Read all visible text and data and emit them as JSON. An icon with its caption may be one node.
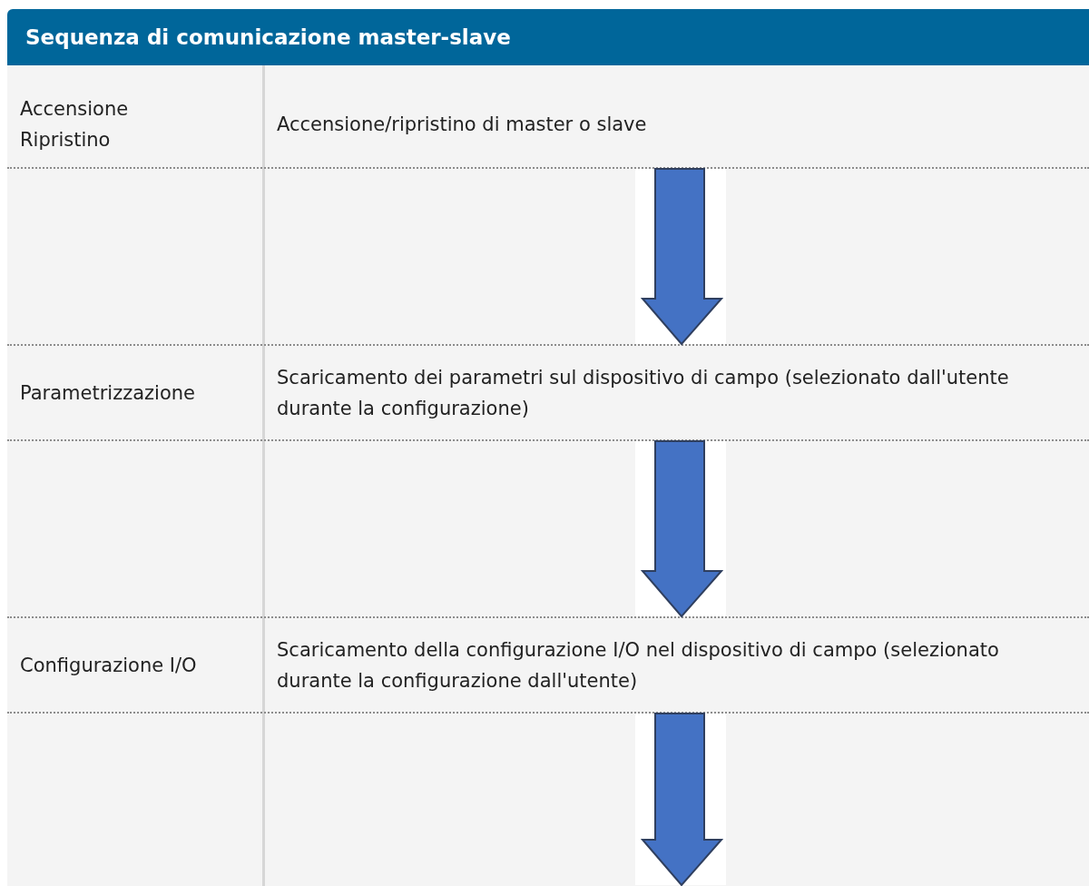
{
  "diagram": {
    "title": "Sequenza di comunicazione master-slave",
    "nodes": [
      {
        "text": [
          "Accensione Ripristino",
          "Accensione/ripristino di master o slave"
        ]
      },
      {
        "text": [
          "Parametrizzazione",
          "Scaricamento dei parametri sul dispositivo di campo (selezionato dall'utente durante la configurazione)"
        ]
      },
      {
        "text": [
          "Configurazione I/O",
          "Scaricamento della configurazione I/O nel dispositivo di campo (selezionato durante la configurazione dall'utente)"
        ]
      }
    ],
    "edges": [
      {
        "from": 0,
        "to": 1,
        "arrow": "to"
      },
      {
        "from": 1,
        "to": 2,
        "arrow": "to"
      },
      {
        "from": 2,
        "to": null,
        "arrow": "to"
      }
    ]
  }
}
